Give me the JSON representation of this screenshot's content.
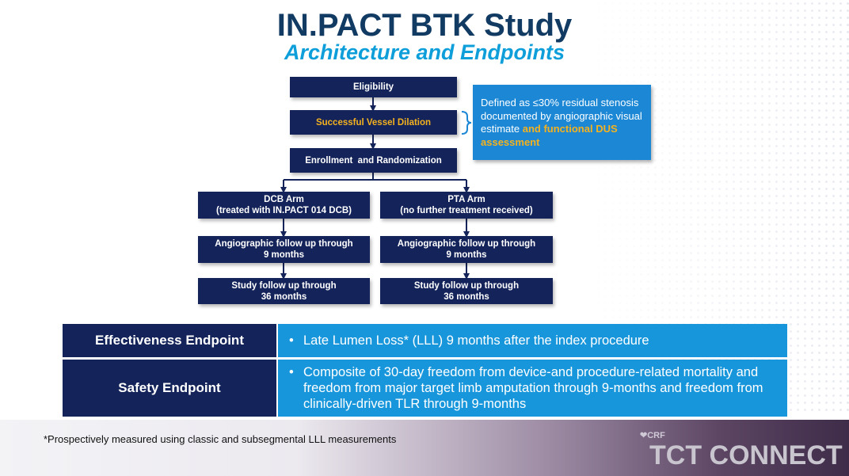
{
  "title": "IN.PACT BTK Study",
  "subtitle": "Architecture and Endpoints",
  "flow": {
    "eligibility": "Eligibility",
    "dilation": "Successful Vessel Dilation",
    "enrollment": "Enrollment  and Randomization",
    "dcb_arm": {
      "line1": "DCB Arm",
      "line2": "(treated with IN.PACT 014 DCB)"
    },
    "pta_arm": {
      "line1": "PTA Arm",
      "line2": "(no further treatment received)"
    },
    "dcb_angio": {
      "line1": "Angiographic follow up through",
      "line2": "9 months"
    },
    "pta_angio": {
      "line1": "Angiographic follow up through",
      "line2": "9 months"
    },
    "dcb_study": {
      "line1": "Study follow up through",
      "line2": "36 months"
    },
    "pta_study": {
      "line1": "Study follow up through",
      "line2": "36 months"
    }
  },
  "note": {
    "text": "Defined as ≤30% residual stenosis documented by angiographic visual estimate ",
    "highlight": "and functional DUS assessment"
  },
  "endpoints": [
    {
      "label": "Effectiveness Endpoint",
      "text": "Late Lumen Loss* (LLL) 9 months after the index procedure"
    },
    {
      "label": "Safety Endpoint",
      "text": "Composite of 30-day freedom from device-and procedure-related mortality and freedom from major target limb amputation through 9-months and freedom from clinically-driven TLR through 9-months"
    }
  ],
  "footnote": "*Prospectively measured using classic and subsegmental LLL measurements",
  "logo": {
    "crf": "CRF",
    "brand": "TCT CONNECT"
  },
  "colors": {
    "navy": "#14245a",
    "blue": "#1896db",
    "accent": "#f5b21e",
    "title": "#123b63",
    "subtitle": "#0e9fda"
  }
}
